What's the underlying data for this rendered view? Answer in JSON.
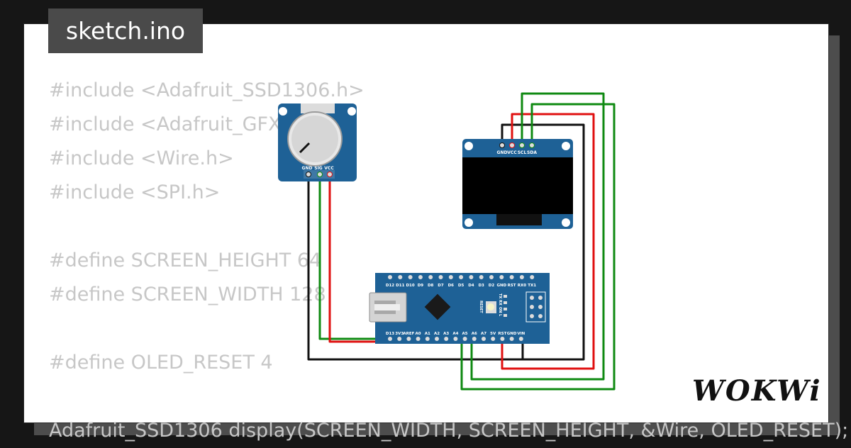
{
  "tab": {
    "filename": "sketch.ino"
  },
  "code_lines": [
    "#include <Adafruit_SSD1306.h>",
    "#include <Adafruit_GFX.h>",
    "#include <Wire.h>",
    "#include <SPI.h>",
    "",
    "#define SCREEN_HEIGHT 64",
    "#define SCREEN_WIDTH 128",
    "",
    "#define OLED_RESET 4",
    "",
    "Adafruit_SSD1306 display(SCREEN_WIDTH, SCREEN_HEIGHT, &Wire, OLED_RESET);"
  ],
  "brand": {
    "logo_text": "WOKWi"
  },
  "potentiometer": {
    "pins": [
      "GND",
      "SIG",
      "VCC"
    ]
  },
  "oled": {
    "pins": [
      "GND",
      "VCC",
      "SCL",
      "SDA"
    ]
  },
  "nano": {
    "top_pins": [
      "D12",
      "D11",
      "D10",
      "D9",
      "D8",
      "D7",
      "D6",
      "D5",
      "D4",
      "D3",
      "D2",
      "GND",
      "RST",
      "RX0",
      "TX1"
    ],
    "bottom_pins": [
      "D13",
      "3V3",
      "AREF",
      "A0",
      "A1",
      "A2",
      "A3",
      "A4",
      "A5",
      "A6",
      "A7",
      "5V",
      "RST",
      "GND",
      "VIN"
    ],
    "leds": [
      "TX",
      "RX",
      "ON",
      "L"
    ],
    "reset_label": "RESET"
  },
  "colors": {
    "board_blue": "#1e6196",
    "wire_black": "#111111",
    "wire_red": "#e01010",
    "wire_green": "#0f8a12",
    "code_text": "#c7c7c7",
    "tab_bg": "#4a4a4a"
  }
}
